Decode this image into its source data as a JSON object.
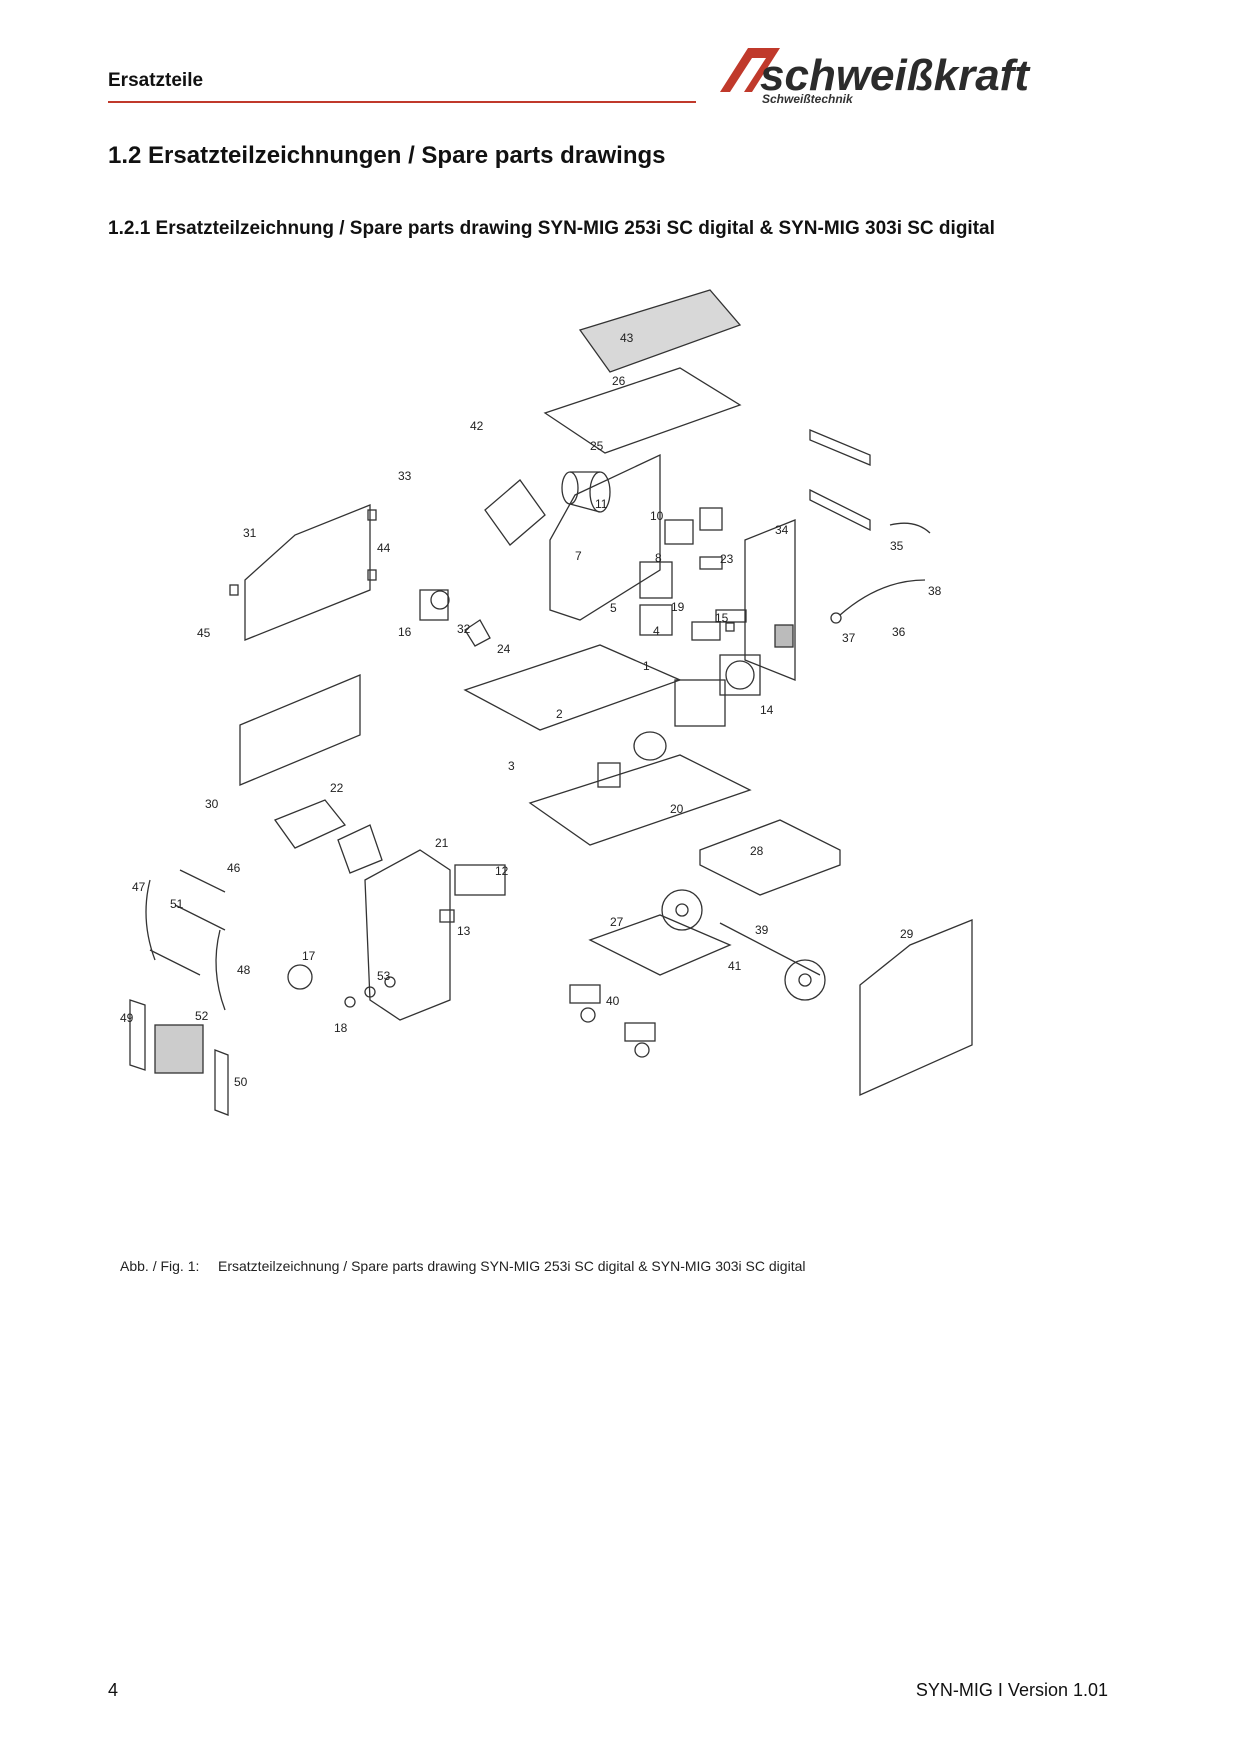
{
  "header": {
    "section": "Ersatzteile",
    "logo_text": "schweißkraft",
    "logo_subtitle": "Schweißtechnik"
  },
  "headings": {
    "h2": "1.2  Ersatzteilzeichnungen / Spare parts drawings",
    "h3": "1.2.1 Ersatzteilzeichnung / Spare parts drawing SYN-MIG 253i SC digital & SYN-MIG 303i SC digital"
  },
  "drawing": {
    "part_labels": [
      "1",
      "2",
      "3",
      "4",
      "5",
      "7",
      "8",
      "10",
      "11",
      "12",
      "13",
      "14",
      "15",
      "16",
      "17",
      "18",
      "19",
      "20",
      "21",
      "22",
      "23",
      "24",
      "25",
      "26",
      "27",
      "28",
      "29",
      "30",
      "31",
      "32",
      "33",
      "34",
      "35",
      "36",
      "37",
      "38",
      "39",
      "40",
      "41",
      "42",
      "43",
      "44",
      "45",
      "46",
      "47",
      "48",
      "49",
      "50",
      "51",
      "52",
      "53"
    ]
  },
  "caption": {
    "label": "Abb. / Fig. 1:",
    "text": "Ersatzteilzeichnung / Spare parts drawing SYN-MIG 253i SC digital & SYN-MIG 303i SC digital"
  },
  "footer": {
    "page_number": "4",
    "version": "SYN-MIG I Version 1.01"
  },
  "colors": {
    "accent": "#c0392b",
    "logo_dark": "#2b2b2b"
  }
}
